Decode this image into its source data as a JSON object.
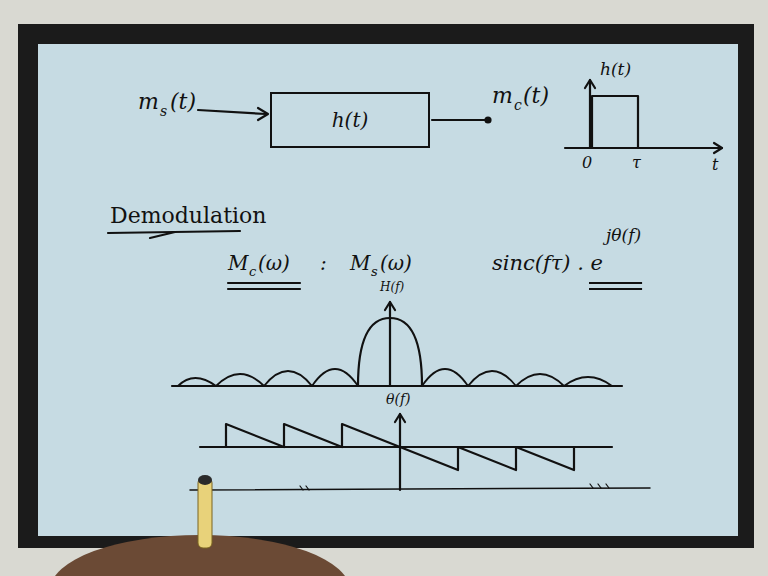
{
  "diagram": {
    "nodes": [
      {
        "text": [
          "h(t)"
        ]
      }
    ],
    "labels": [
      "m",
      "s",
      "(t)",
      "m",
      "c",
      "(t)",
      "h(t)",
      "0",
      "τ",
      "t",
      "Demodulation",
      "M",
      "c",
      "(ω)",
      ":",
      "M",
      "s",
      "(ω)",
      "sinc(fτ) . e",
      "jθ(f)",
      "H(f)",
      "θ(f)"
    ]
  }
}
